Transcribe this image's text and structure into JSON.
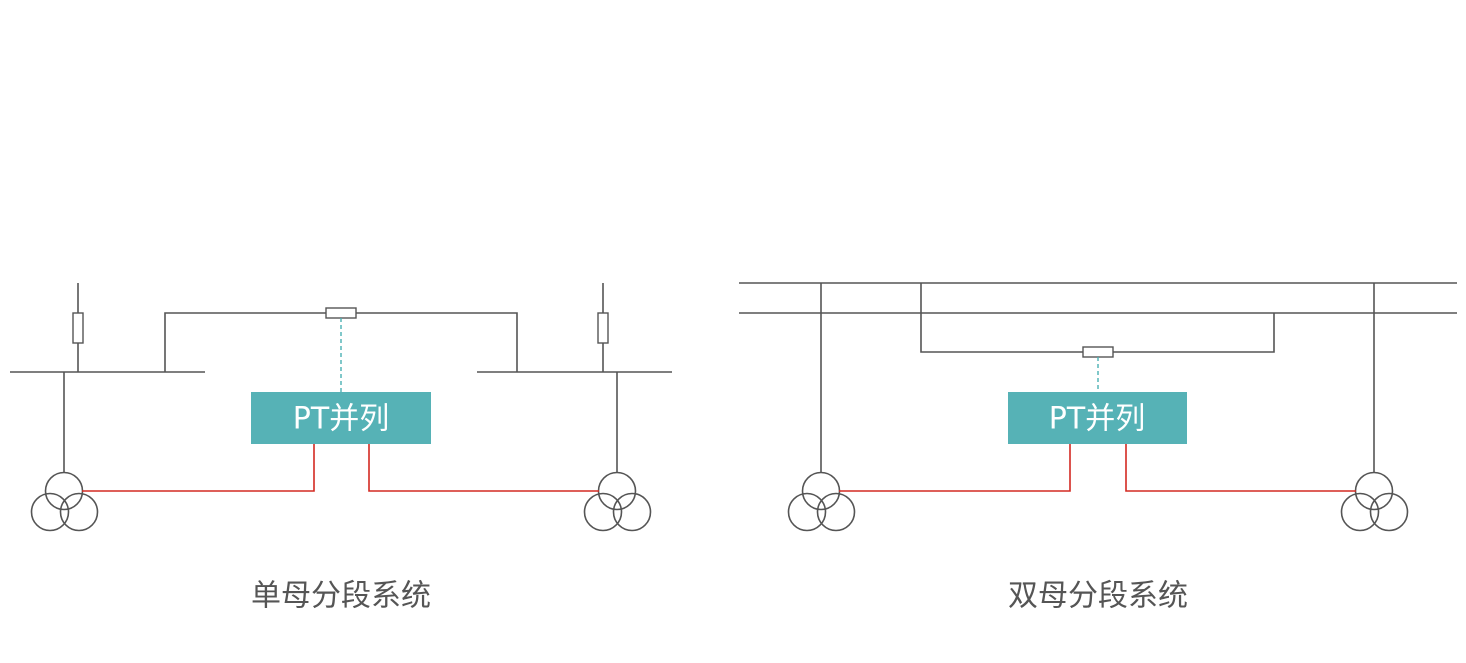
{
  "colors": {
    "line": "#555555",
    "signal_line": "#d42a22",
    "control_link": "#4ab0b4",
    "pt_box": "#56b2b6",
    "pt_text": "#ffffff",
    "caption": "#555555"
  },
  "left_diagram": {
    "device_label": "PT并列",
    "caption": "单母分段系统"
  },
  "right_diagram": {
    "device_label": "PT并列",
    "caption": "双母分段系统"
  }
}
